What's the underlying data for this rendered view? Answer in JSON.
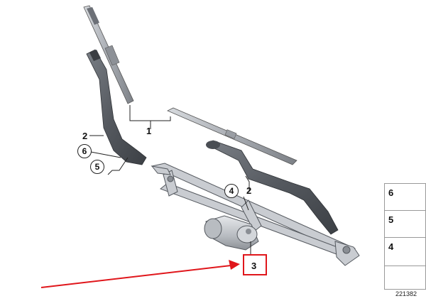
{
  "labels": {
    "wiper_blade_set": "1",
    "wiper_arm_left": "2",
    "wiper_arm_right": "2",
    "wiper_motor": "3",
    "nut_circled": "4",
    "bolt_circled": "5",
    "cap_circled": "6"
  },
  "legend": {
    "cap": "6",
    "nut": "5",
    "bolt": "4"
  },
  "diagram_number": "221382",
  "colors": {
    "highlight": "#e0161b",
    "part_dark": "#55595f",
    "part_light": "#c9ccd1"
  }
}
